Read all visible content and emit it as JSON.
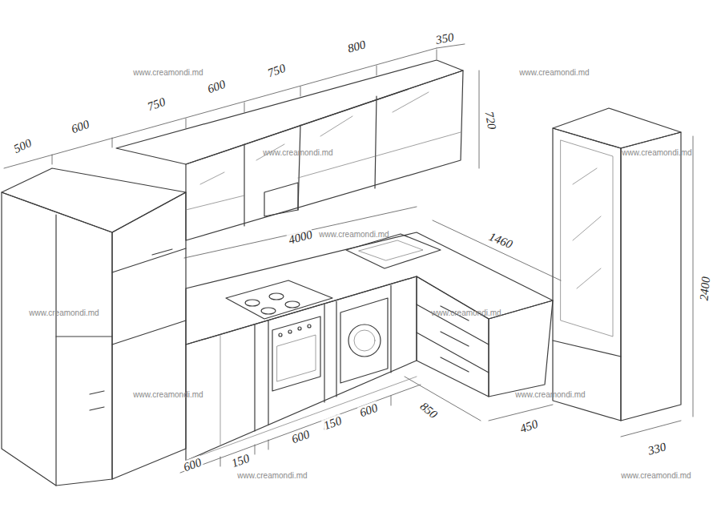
{
  "diagram": {
    "labels": [
      "500",
      "600",
      "750",
      "600",
      "750",
      "800",
      "350",
      "720",
      "4000",
      "1460",
      "2400",
      "600",
      "150",
      "600",
      "150",
      "600",
      "850",
      "450",
      "330",
      "www.creamondi.md",
      "www.creamondi.md",
      "www.creamondi.md",
      "www.creamondi.md",
      "www.creamondi.md",
      "www.creamondi.md",
      "www.creamondi.md",
      "www.creamondi.md",
      "www.creamondi.md",
      "www.creamondi.md",
      "www.creamondi.md"
    ]
  }
}
